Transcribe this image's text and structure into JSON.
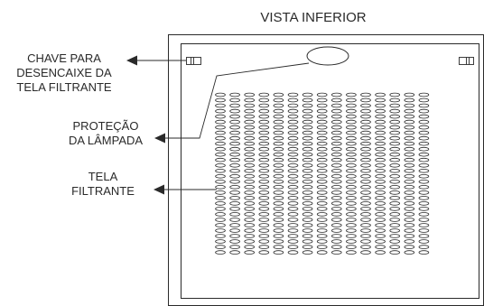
{
  "diagram": {
    "title": "VISTA INFERIOR",
    "labels": {
      "chave": [
        "CHAVE PARA",
        "DESENCAIXE DA",
        "TELA FILTRANTE"
      ],
      "protecao": [
        "PROTEÇÃO",
        "DA LÂMPADA"
      ],
      "tela": [
        "TELA",
        "FILTRANTE"
      ]
    },
    "grid": {
      "columns": 15,
      "rows": 30
    }
  },
  "colors": {
    "stroke": "#2a2a2a",
    "background": "#ffffff"
  }
}
